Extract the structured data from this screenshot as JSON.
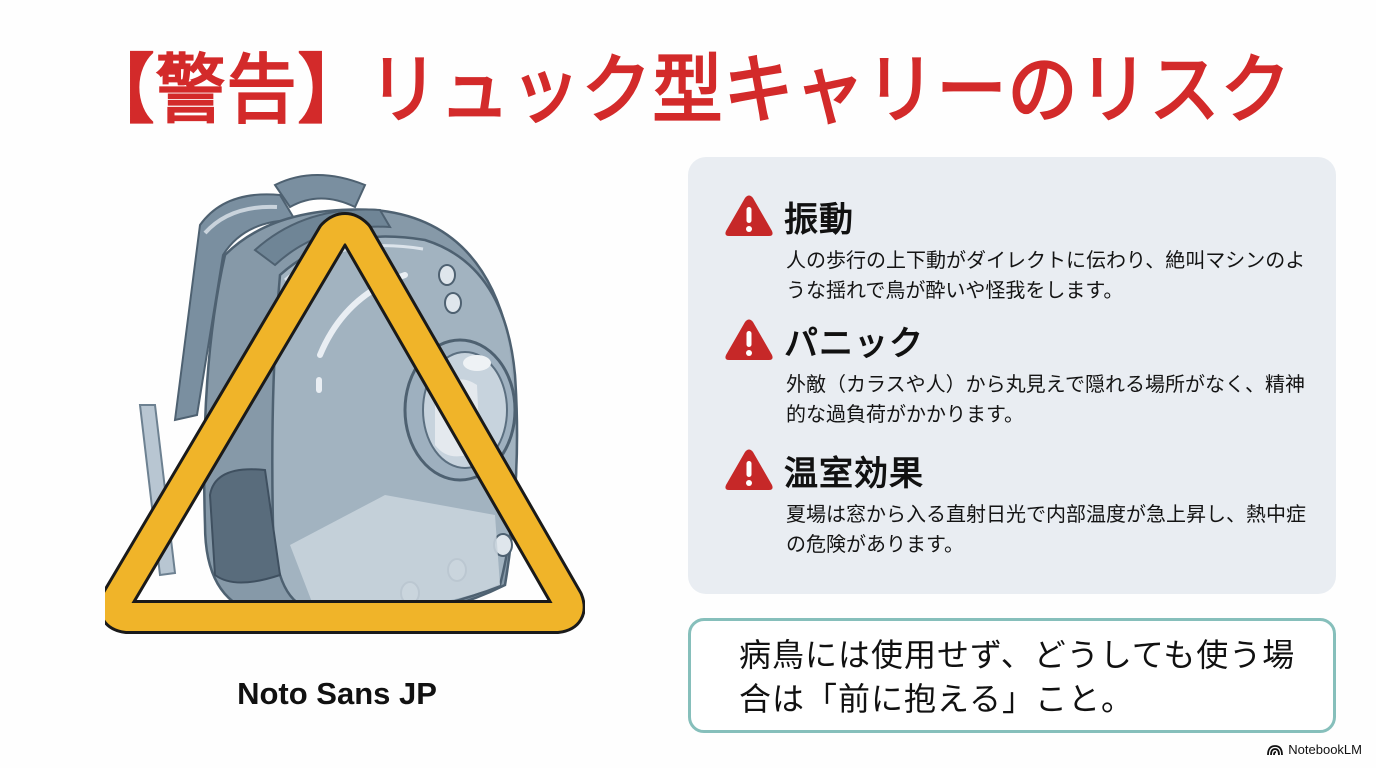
{
  "slide": {
    "title": "【警告】リュック型キャリーのリスク",
    "illustration": {
      "subject": "transparent bubble pet backpack carrier",
      "overlay_icon": "warning-triangle-outline",
      "caption": "Noto Sans JP"
    },
    "risks": [
      {
        "icon": "warning-icon",
        "title": "振動",
        "description": "人の歩行の上下動がダイレクトに伝わり、絶叫マシンのような揺れで鳥が酔いや怪我をします。"
      },
      {
        "icon": "warning-icon",
        "title": "パニック",
        "description": "外敵（カラスや人）から丸見えで隠れる場所がなく、精神的な過負荷がかかります。"
      },
      {
        "icon": "warning-icon",
        "title": "温室効果",
        "description": "夏場は窓から入る直射日光で内部温度が急上昇し、熱中症の危険があります。"
      }
    ],
    "advice": "病鳥には使用せず、どうしても使う場合は「前に抱える」こと。",
    "brand": "NotebookLM"
  },
  "colors": {
    "title_red": "#d32a2a",
    "warning_red": "#c62828",
    "triangle_yellow": "#f0b429",
    "panel_bg": "#e9edf2",
    "advice_border": "#86bfbb",
    "backpack_gray": "#6f8596"
  }
}
